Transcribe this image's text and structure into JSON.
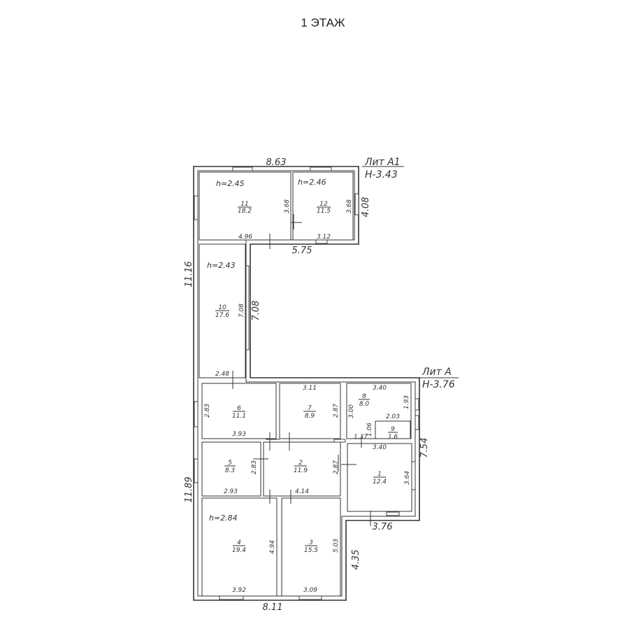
{
  "title": "1 ЭТАЖ",
  "lit_a1": {
    "name": "Лит А1",
    "height": "Н-3.43"
  },
  "lit_a": {
    "name": "Лит А",
    "height": "Н-3.76"
  },
  "rooms": [
    {
      "id": "1",
      "num": "1",
      "area": "12.4"
    },
    {
      "id": "2",
      "num": "2",
      "area": "11.9"
    },
    {
      "id": "3",
      "num": "3",
      "area": "15.5"
    },
    {
      "id": "4",
      "num": "4",
      "area": "19.4",
      "height": "h=2.84"
    },
    {
      "id": "5",
      "num": "5",
      "area": "8.3"
    },
    {
      "id": "6",
      "num": "6",
      "area": "11.1"
    },
    {
      "id": "7",
      "num": "7",
      "area": "8.9"
    },
    {
      "id": "8",
      "num": "8",
      "area": "8.0"
    },
    {
      "id": "9",
      "num": "9",
      "area": "1.6"
    },
    {
      "id": "10",
      "num": "10",
      "area": "17.6",
      "height": "h=2.43"
    },
    {
      "id": "11",
      "num": "11",
      "area": "18.2",
      "height": "h=2.45"
    },
    {
      "id": "12",
      "num": "12",
      "area": "11.5",
      "height": "h=2.46"
    }
  ],
  "dims": {
    "top_a1": "8.63",
    "right_a1": "4.08",
    "bottom_a1": "5.75",
    "left_upper": "11.16",
    "r10_outer": "7.08",
    "left_lower": "11.89",
    "bottom": "8.11",
    "right_lower": "4.35",
    "right_a": "7.54",
    "bottom_a": "3.76",
    "r11_h": "3.68",
    "r11_w": "4.96",
    "r12_h": "3.68",
    "r12_w": "3.12",
    "r10_h": "7.08",
    "r10_w": "2.48",
    "r6_h": "2.83",
    "r6_w": "3.93",
    "r7_top": "3.11",
    "r7_h": "2.87",
    "r8_top": "3.40",
    "r8_h": "3.00",
    "r8_r": "1.93",
    "r9_w": "2.03",
    "r9_a": "1.06",
    "r9_b": "1.37",
    "r1_top": "3.40",
    "r1_h": "3.64",
    "r5_h": "2.83",
    "r5_w": "2.93",
    "r2_h": "2.87",
    "r2_w": "4.14",
    "r4_h": "4.94",
    "r4_w": "3.92",
    "r3_h": "5.03",
    "r3_w": "3.09"
  }
}
